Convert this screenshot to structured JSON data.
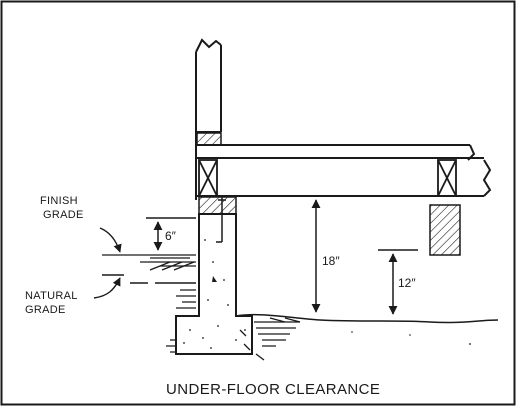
{
  "labels": {
    "finish_grade_1": "FINISH",
    "finish_grade_2": "GRADE",
    "natural_grade_1": "NATURAL",
    "natural_grade_2": "GRADE",
    "dim_6": "6″",
    "dim_18": "18″",
    "dim_12": "12″"
  },
  "caption": "UNDER-FLOOR CLEARANCE",
  "colors": {
    "ink": "#1a1a1a",
    "paper": "#ffffff"
  }
}
